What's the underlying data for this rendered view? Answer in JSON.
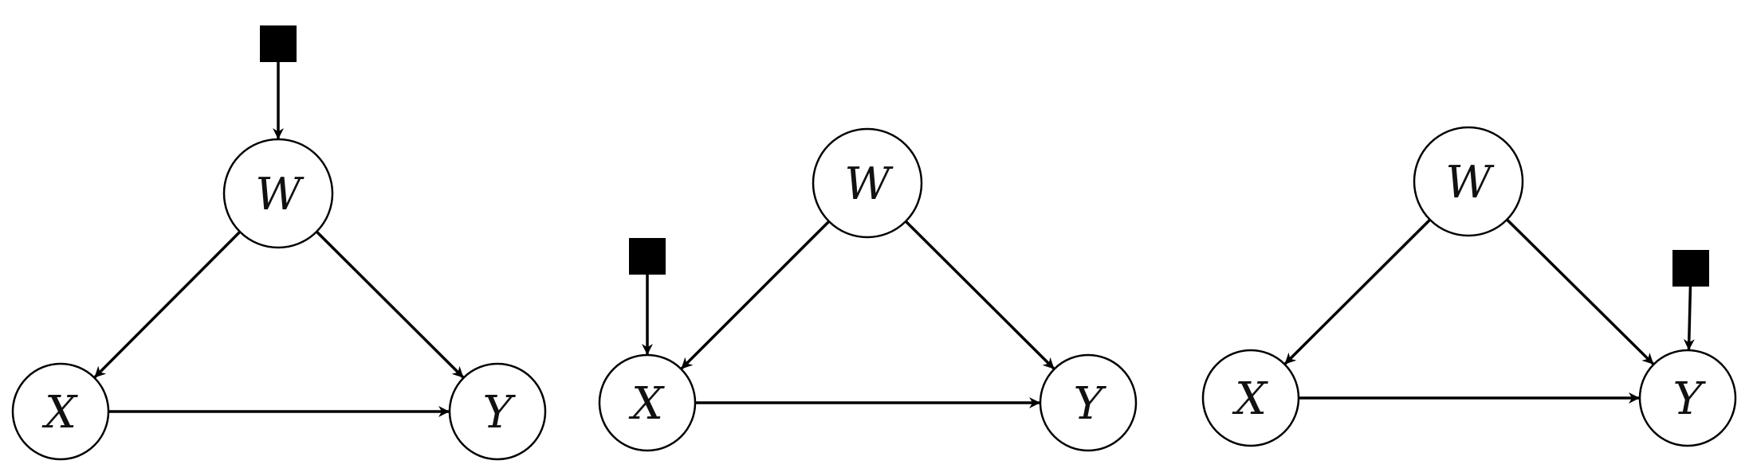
{
  "colors": {
    "background": "#ffffff",
    "stroke": "#000000",
    "intervention_fill": "#000000",
    "node_fill": "#ffffff"
  },
  "diagrams": [
    {
      "name": "panel-intervention-on-w",
      "intervention_target": "W",
      "nodes": [
        {
          "id": "W",
          "label": "W"
        },
        {
          "id": "X",
          "label": "X"
        },
        {
          "id": "Y",
          "label": "Y"
        }
      ],
      "edges": [
        {
          "from": "W",
          "to": "X"
        },
        {
          "from": "W",
          "to": "Y"
        },
        {
          "from": "X",
          "to": "Y"
        }
      ]
    },
    {
      "name": "panel-intervention-on-x",
      "intervention_target": "X",
      "nodes": [
        {
          "id": "W",
          "label": "W"
        },
        {
          "id": "X",
          "label": "X"
        },
        {
          "id": "Y",
          "label": "Y"
        }
      ],
      "edges": [
        {
          "from": "W",
          "to": "X"
        },
        {
          "from": "W",
          "to": "Y"
        },
        {
          "from": "X",
          "to": "Y"
        }
      ]
    },
    {
      "name": "panel-intervention-on-y",
      "intervention_target": "Y",
      "nodes": [
        {
          "id": "W",
          "label": "W"
        },
        {
          "id": "X",
          "label": "X"
        },
        {
          "id": "Y",
          "label": "Y"
        }
      ],
      "edges": [
        {
          "from": "W",
          "to": "X"
        },
        {
          "from": "W",
          "to": "Y"
        },
        {
          "from": "X",
          "to": "Y"
        }
      ]
    }
  ]
}
